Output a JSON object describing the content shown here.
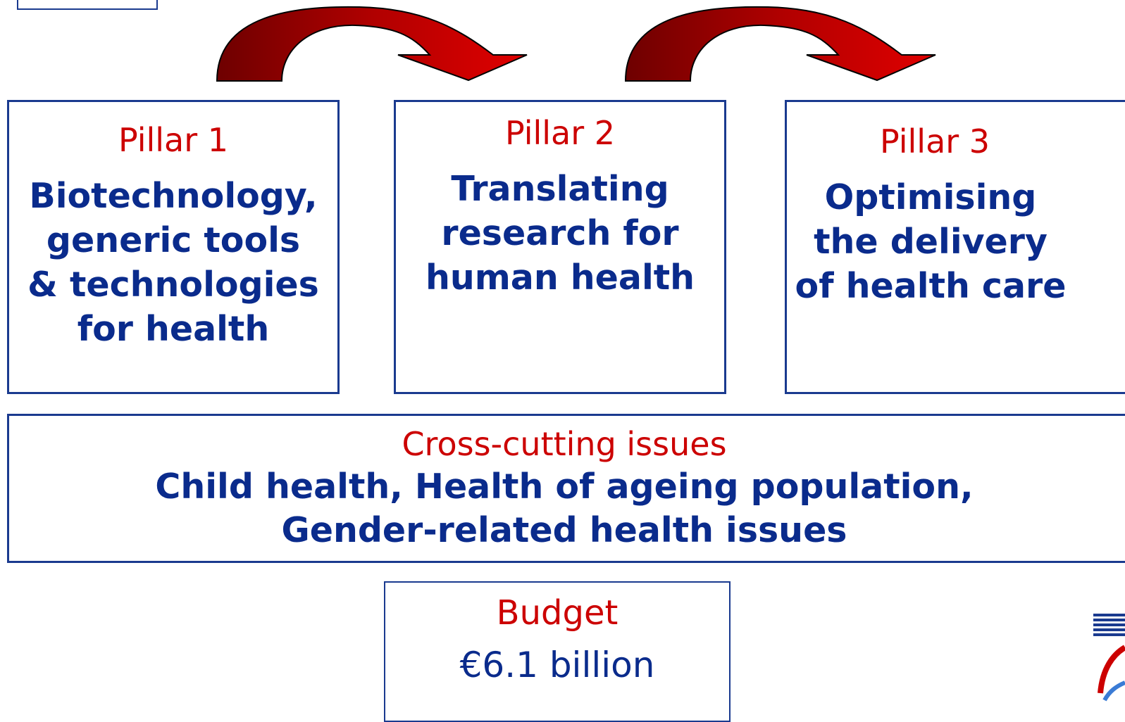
{
  "pillars": [
    {
      "title": "Pillar 1",
      "body": "Biotechnology,\ngeneric tools\n& technologies\nfor health"
    },
    {
      "title": "Pillar 2",
      "body": "Translating\nresearch for\nhuman health"
    },
    {
      "title": "Pillar 3",
      "body": "Optimising\nthe delivery\nof health care"
    }
  ],
  "cross_cutting": {
    "title": "Cross-cutting issues",
    "body": "Child health, Health of ageing population,\nGender-related health issues"
  },
  "budget": {
    "title": "Budget",
    "value": "€6.1 billion"
  },
  "colors": {
    "box_border": "#1a3a8f",
    "title_red": "#cc0000",
    "body_blue": "#0a2b8c",
    "arrow_dark": "#7a0000",
    "arrow_light": "#d40000"
  }
}
